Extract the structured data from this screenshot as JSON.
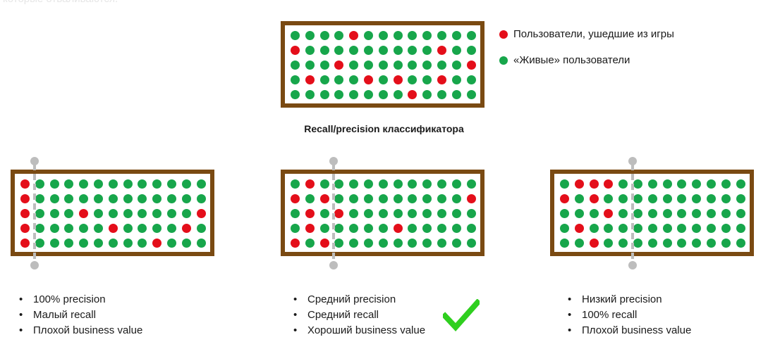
{
  "header": {
    "faded_text": "которые отваливаются."
  },
  "legend": {
    "churned_label": "Пользователи, ушедшие из игры",
    "active_label": "«Живые» пользователи"
  },
  "diagram_title": "Recall/precision классификатора",
  "colors": {
    "churned": "#e40e1a",
    "active": "#17a64b",
    "frame": "#7a4a12",
    "cutline": "#bdbdbd",
    "check": "#2fcf1f"
  },
  "top_grid": {
    "rows": [
      "....X........",
      "X.........X..",
      "...X........X",
      ".X...X.X..X..",
      "........X...."
    ]
  },
  "scenarios": [
    {
      "rows": [
        "X............",
        "X............",
        "X...X.......X",
        "X.....X....X.",
        "X........X..."
      ],
      "cut_after_col": 0,
      "bullets": [
        "100% precision",
        "Малый recall",
        "Плохой business value"
      ],
      "recommended": false
    },
    {
      "rows": [
        ".X...........",
        "X.X.........X",
        ".X.X.........",
        ".X.....X.....",
        "X.X.........."
      ],
      "cut_after_col": 2,
      "bullets": [
        "Средний precision",
        "Средний recall",
        "Хороший business value"
      ],
      "recommended": true
    },
    {
      "rows": [
        ".XXX.........",
        "X.X..........",
        "...X.........",
        ".X...........",
        "..X.........."
      ],
      "cut_after_col": 4,
      "bullets": [
        "Низкий precision",
        "100% recall",
        "Плохой business value"
      ],
      "recommended": false
    }
  ]
}
